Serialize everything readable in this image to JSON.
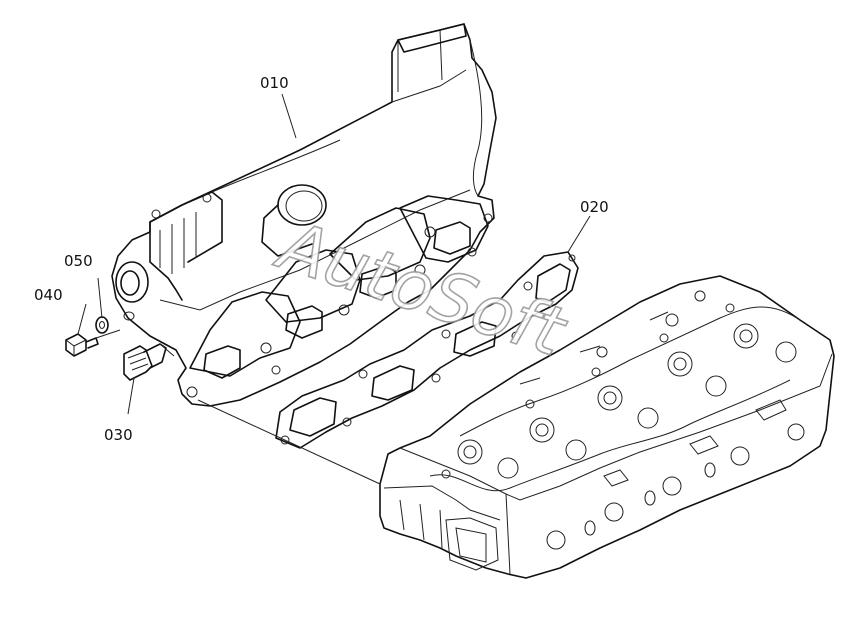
{
  "callouts": {
    "p010": "010",
    "p020": "020",
    "p030": "030",
    "p040": "040",
    "p050": "050"
  },
  "watermark": "AutoSoft",
  "colors": {
    "line": "#111111",
    "background": "#ffffff",
    "watermark_outline": "#9a9a9a"
  }
}
